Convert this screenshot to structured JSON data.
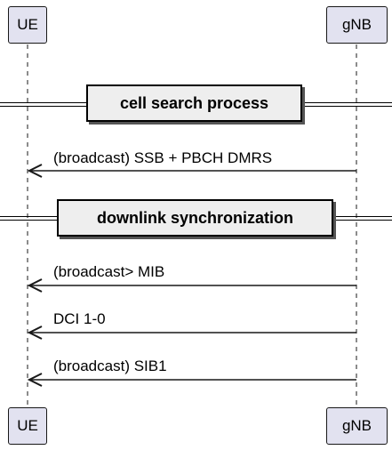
{
  "participants": {
    "left": "UE",
    "right": "gNB"
  },
  "dividers": [
    "cell search process",
    "downlink synchronization"
  ],
  "messages": [
    "(broadcast) SSB + PBCH DMRS",
    "(broadcast> MIB",
    "DCI 1-0",
    "(broadcast) SIB1"
  ]
}
